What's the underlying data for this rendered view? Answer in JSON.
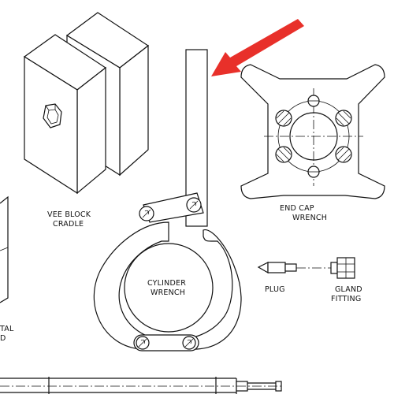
{
  "labels": {
    "vee_block_line1": "VEE BLOCK",
    "vee_block_line2": "CRADLE",
    "end_cap_line1": "END CAP",
    "end_cap_line2": "WRENCH",
    "cylinder_line1": "CYLINDER",
    "cylinder_line2": "WRENCH",
    "plug": "PLUG",
    "gland_line1": "GLAND",
    "gland_line2": "FITTING",
    "partial_line1": "TAL",
    "partial_line2": "D"
  },
  "colors": {
    "line": "#111111",
    "arrow": "#e8302a",
    "background": "#ffffff"
  }
}
